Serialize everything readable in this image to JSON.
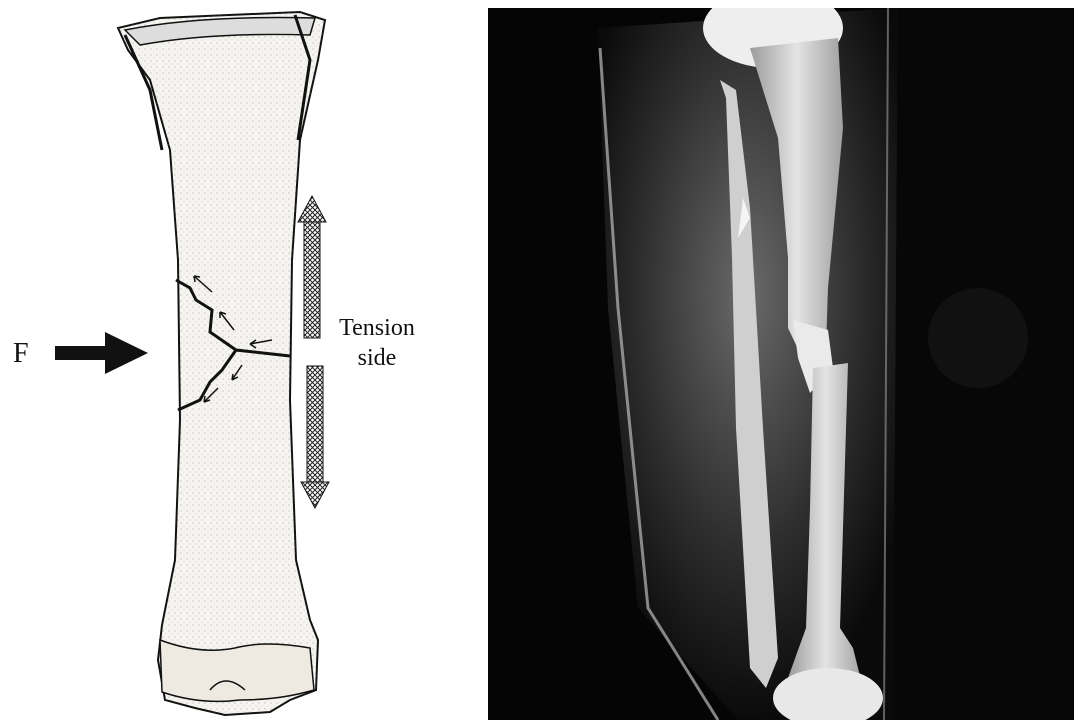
{
  "left_diagram": {
    "force_label": "F",
    "tension_label_line1": "Tension",
    "tension_label_line2": "side"
  },
  "colors": {
    "ink": "#111111",
    "bone_fill": "#f4f2ee",
    "xray_background": "#050505",
    "xray_bone": "#d9d9d9"
  },
  "icons": [
    "force-arrow-icon",
    "tension-arrow-up-icon",
    "tension-arrow-down-icon",
    "crack-arrow-icon"
  ]
}
